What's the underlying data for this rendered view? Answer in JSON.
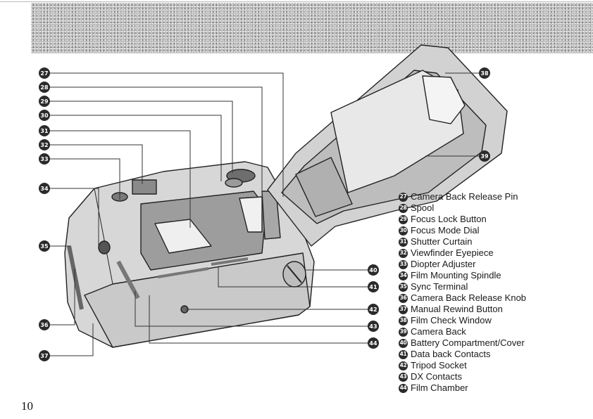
{
  "page": {
    "number": "10"
  },
  "callouts": [
    {
      "num": "27",
      "label": "Camera Back Release Pin"
    },
    {
      "num": "28",
      "label": "Spool"
    },
    {
      "num": "29",
      "label": "Focus Lock Button"
    },
    {
      "num": "30",
      "label": "Focus Mode Dial"
    },
    {
      "num": "31",
      "label": "Shutter Curtain"
    },
    {
      "num": "32",
      "label": "Viewfinder Eyepiece"
    },
    {
      "num": "33",
      "label": "Diopter Adjuster"
    },
    {
      "num": "34",
      "label": "Film Mounting Spindle"
    },
    {
      "num": "35",
      "label": "Sync Terminal"
    },
    {
      "num": "36",
      "label": "Camera Back Release Knob"
    },
    {
      "num": "37",
      "label": "Manual Rewind Button"
    },
    {
      "num": "38",
      "label": "Film Check Window"
    },
    {
      "num": "39",
      "label": "Camera Back"
    },
    {
      "num": "40",
      "label": "Battery Compartment/Cover"
    },
    {
      "num": "41",
      "label": "Data back Contacts"
    },
    {
      "num": "42",
      "label": "Tripod Socket"
    },
    {
      "num": "43",
      "label": "DX Contacts"
    },
    {
      "num": "44",
      "label": "Film Chamber"
    }
  ]
}
